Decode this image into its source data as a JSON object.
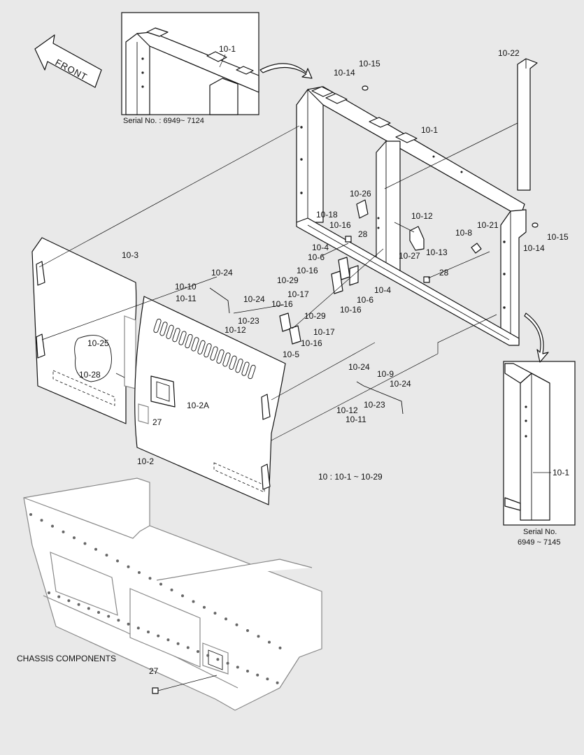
{
  "front_label": "FRONT",
  "inset_top": {
    "caption": "Serial No. : 6949~ 7124",
    "part": "10-1"
  },
  "inset_right": {
    "caption_line1": "Serial No.",
    "caption_line2": "6949 ~ 7145",
    "part": "10-1"
  },
  "range_note": "10 : 10-1 ~ 10-29",
  "chassis_title": "CHASSIS COMPONENTS",
  "callouts": [
    {
      "id": "c1",
      "text": "10-22"
    },
    {
      "id": "c2",
      "text": "10-15"
    },
    {
      "id": "c3",
      "text": "10-14"
    },
    {
      "id": "c4",
      "text": "10-1"
    },
    {
      "id": "c5",
      "text": "10-26"
    },
    {
      "id": "c6",
      "text": "10-18"
    },
    {
      "id": "c7",
      "text": "10-16"
    },
    {
      "id": "c8",
      "text": "28"
    },
    {
      "id": "c9",
      "text": "10-12"
    },
    {
      "id": "c10",
      "text": "10-8"
    },
    {
      "id": "c11",
      "text": "10-21"
    },
    {
      "id": "c12",
      "text": "10-15"
    },
    {
      "id": "c13",
      "text": "10-14"
    },
    {
      "id": "c14",
      "text": "10-13"
    },
    {
      "id": "c15",
      "text": "10-27"
    },
    {
      "id": "c16",
      "text": "10-3"
    },
    {
      "id": "c17",
      "text": "10-4"
    },
    {
      "id": "c18",
      "text": "10-6"
    },
    {
      "id": "c19",
      "text": "10-16"
    },
    {
      "id": "c20",
      "text": "10-29"
    },
    {
      "id": "c21",
      "text": "28"
    },
    {
      "id": "c22",
      "text": "10-24"
    },
    {
      "id": "c23",
      "text": "10-10"
    },
    {
      "id": "c24",
      "text": "10-11"
    },
    {
      "id": "c25",
      "text": "10-4"
    },
    {
      "id": "c26",
      "text": "10-17"
    },
    {
      "id": "c27",
      "text": "10-6"
    },
    {
      "id": "c28",
      "text": "10-24"
    },
    {
      "id": "c29",
      "text": "10-16"
    },
    {
      "id": "c30",
      "text": "10-29"
    },
    {
      "id": "c31",
      "text": "10-16"
    },
    {
      "id": "c32",
      "text": "10-23"
    },
    {
      "id": "c33",
      "text": "10-12"
    },
    {
      "id": "c34",
      "text": "10-17"
    },
    {
      "id": "c35",
      "text": "10-16"
    },
    {
      "id": "c36",
      "text": "10-25"
    },
    {
      "id": "c37",
      "text": "10-5"
    },
    {
      "id": "c38",
      "text": "10-28"
    },
    {
      "id": "c39",
      "text": "10-24"
    },
    {
      "id": "c40",
      "text": "10-9"
    },
    {
      "id": "c41",
      "text": "10-24"
    },
    {
      "id": "c42",
      "text": "10-2A"
    },
    {
      "id": "c43",
      "text": "27"
    },
    {
      "id": "c44",
      "text": "10-12"
    },
    {
      "id": "c45",
      "text": "10-23"
    },
    {
      "id": "c46",
      "text": "10-11"
    },
    {
      "id": "c47",
      "text": "10-2"
    },
    {
      "id": "c48",
      "text": "27"
    }
  ]
}
